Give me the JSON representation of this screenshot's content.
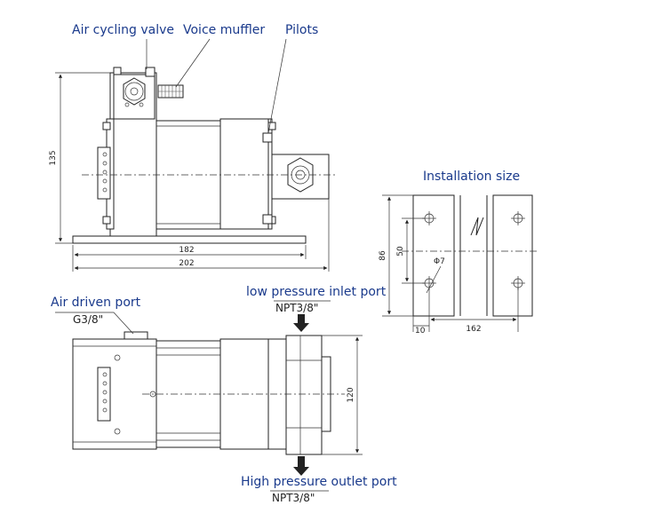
{
  "side_view": {
    "labels": {
      "air_cycling_valve": "Air cycling valve",
      "voice_muffler": "Voice muffler",
      "pilots": "Pilots"
    },
    "dimensions": {
      "height": "135",
      "width_inner": "182",
      "width_outer": "202"
    }
  },
  "top_view": {
    "labels": {
      "air_driven_port": "Air driven port",
      "air_driven_spec": "G3/8\"",
      "low_pressure_inlet": "low pressure inlet port",
      "low_pressure_spec": "NPT3/8\"",
      "high_pressure_outlet": "High pressure outlet port",
      "high_pressure_spec": "NPT3/8\""
    },
    "dimensions": {
      "width": "120"
    }
  },
  "installation": {
    "title": "Installation size",
    "dimensions": {
      "height_outer": "86",
      "height_inner": "50",
      "hole": "Φ7",
      "offset": "10",
      "spacing": "162"
    }
  }
}
